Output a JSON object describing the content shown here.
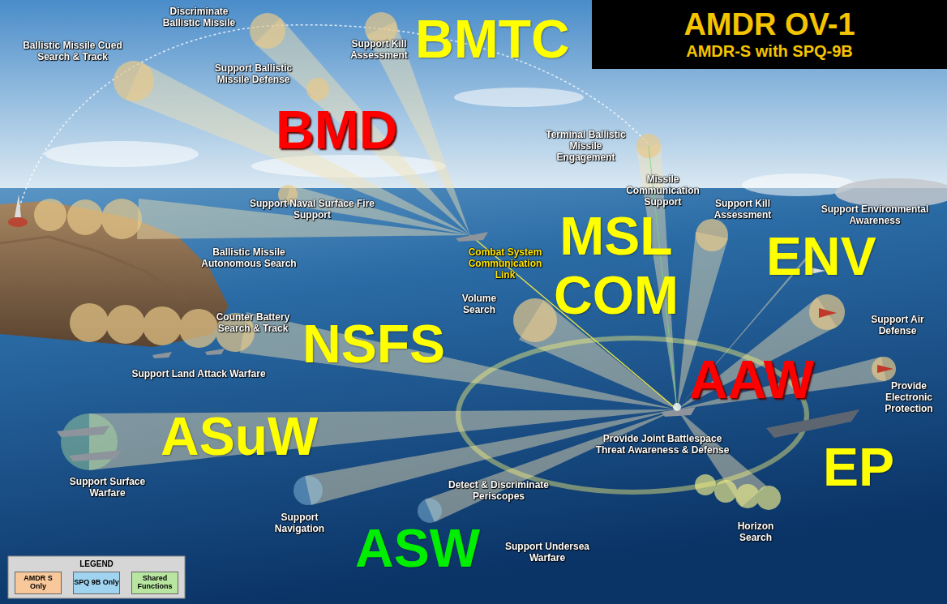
{
  "diagram": {
    "nodes": [
      {
        "text": [
          "AMDR OV-1",
          "AMDR-S with SPQ-9B"
        ]
      }
    ],
    "labels": [
      "Discriminate Ballistic Missile",
      "Ballistic Missile Cued Search & Track",
      "Support Kill Assessment",
      "BMTC",
      "Support Ballistic Missile Defense",
      "BMD",
      "Terminal Ballistic Missile Engagement",
      "Support Naval Surface Fire Support",
      "Missile Communication Support",
      "Support Kill Assessment",
      "Support Environmental Awareness",
      "Ballistic Missile Autonomous Search",
      "Combat System Communication Link",
      "MSL COM",
      "ENV",
      "Volume Search",
      "Counter Battery Search & Track",
      "NSFS",
      "Support Air Defense",
      "Support Land Attack Warfare",
      "AAW",
      "Provide Electronic Protection",
      "ASuW",
      "Provide Joint Battlespace Threat Awareness & Defense",
      "EP",
      "Support Surface Warfare",
      "Detect & Discriminate Periscopes",
      "Support Navigation",
      "Horizon Search",
      "ASW",
      "Support Undersea Warfare",
      "LEGEND"
    ],
    "legend": [
      {
        "text": "AMDR S Only",
        "color": "#f8c89a"
      },
      {
        "text": "SPQ 9B Only",
        "color": "#9fd3f0"
      },
      {
        "text": "Shared Functions",
        "color": "#b8e6a0"
      }
    ]
  }
}
